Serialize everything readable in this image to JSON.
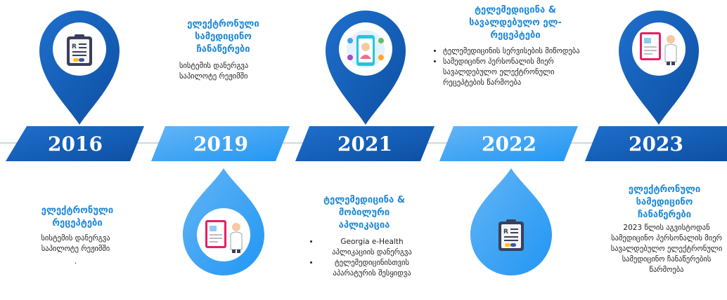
{
  "timeline": {
    "years": [
      "2016",
      "2019",
      "2021",
      "2022",
      "2023"
    ],
    "colors": {
      "dark": "#1565c0",
      "light": "#42a5f5",
      "title": "#1e88d8"
    },
    "markers": [
      {
        "year": "2016",
        "position": "top",
        "icon": "prescription-clipboard-icon"
      },
      {
        "year": "2019",
        "position": "bottom",
        "icon": "doctor-with-record-icon"
      },
      {
        "year": "2021",
        "position": "top",
        "icon": "mobile-telemedicine-icon"
      },
      {
        "year": "2022",
        "position": "bottom",
        "icon": "prescription-clipboard-icon"
      },
      {
        "year": "2023",
        "position": "top",
        "icon": "doctor-with-record-icon"
      }
    ],
    "entries": {
      "e2016": {
        "title": "ელექტრონული რეცეპტები",
        "text": "სისტემის დანერგვა საპილოტე რეჟიმში",
        "extra": "."
      },
      "e2019": {
        "title": "ელექტრონული სამედიცინო ჩანაწერები",
        "text": "სისტემის დანერგვა საპილოტე რეჟიმში"
      },
      "e2021": {
        "title": "ტელემედიცინა & მობილური აპლიკაცია",
        "bullets": [
          "Georgia e-Health აპლიკაციის დანერგვა",
          "ტელემედიცინისთვის აპარატურის შესყიდვა"
        ]
      },
      "e2022": {
        "title": "ტელემედიცინა & სავალდებულო ელ-რეცეპტები",
        "bullets": [
          "ტელემედიცინის სერვისების მიწოდება",
          "სამედიცინო პერსონალის მიერ სავალდებულო ელექტრონული რეცეპტების წარმოება"
        ]
      },
      "e2023": {
        "title": "ელექტრონული სამედიცინო ჩანაწერები",
        "text": "2023 წლის აგვისტოდან სამედიცინო პერსონალის მიერ სავალდებულო ელექტრონული სამედიცინო ჩანაწერების წარმოება"
      }
    }
  }
}
